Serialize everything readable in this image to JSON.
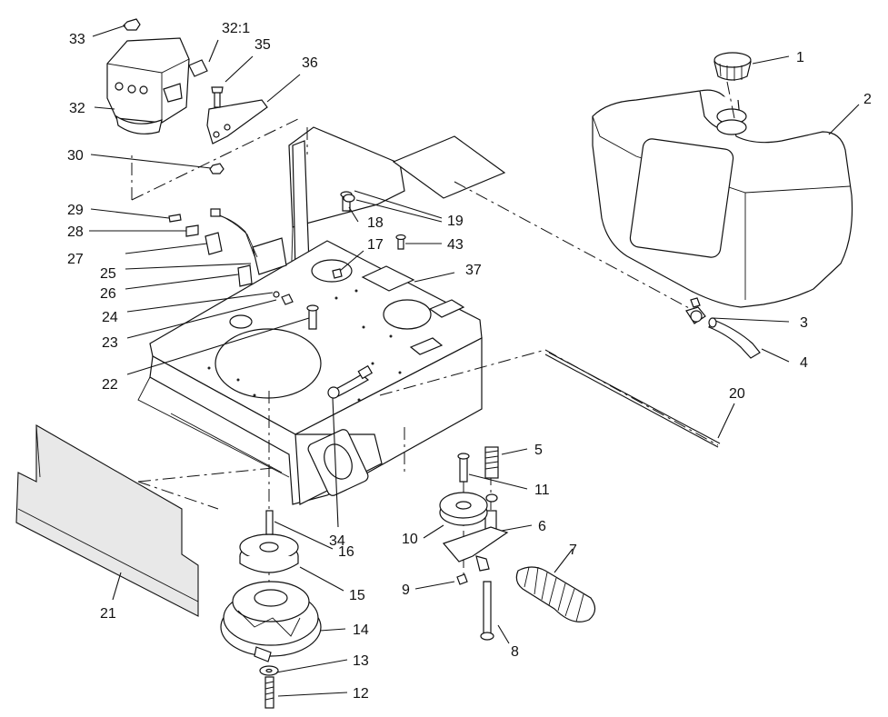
{
  "diagram": {
    "callouts": [
      {
        "id": "1",
        "text": "1"
      },
      {
        "id": "2",
        "text": "2"
      },
      {
        "id": "3",
        "text": "3"
      },
      {
        "id": "4",
        "text": "4"
      },
      {
        "id": "5",
        "text": "5"
      },
      {
        "id": "6",
        "text": "6"
      },
      {
        "id": "7",
        "text": "7"
      },
      {
        "id": "8",
        "text": "8"
      },
      {
        "id": "9",
        "text": "9"
      },
      {
        "id": "10",
        "text": "10"
      },
      {
        "id": "11",
        "text": "11"
      },
      {
        "id": "12",
        "text": "12"
      },
      {
        "id": "13",
        "text": "13"
      },
      {
        "id": "14",
        "text": "14"
      },
      {
        "id": "15",
        "text": "15"
      },
      {
        "id": "16",
        "text": "16"
      },
      {
        "id": "17",
        "text": "17"
      },
      {
        "id": "18",
        "text": "18"
      },
      {
        "id": "19",
        "text": "19"
      },
      {
        "id": "20",
        "text": "20"
      },
      {
        "id": "21",
        "text": "21"
      },
      {
        "id": "22",
        "text": "22"
      },
      {
        "id": "23",
        "text": "23"
      },
      {
        "id": "24",
        "text": "24"
      },
      {
        "id": "25",
        "text": "25"
      },
      {
        "id": "26",
        "text": "26"
      },
      {
        "id": "27",
        "text": "27"
      },
      {
        "id": "28",
        "text": "28"
      },
      {
        "id": "29",
        "text": "29"
      },
      {
        "id": "30",
        "text": "30"
      },
      {
        "id": "32",
        "text": "32"
      },
      {
        "id": "32_1",
        "text": "32:1"
      },
      {
        "id": "33",
        "text": "33"
      },
      {
        "id": "34",
        "text": "34"
      },
      {
        "id": "35",
        "text": "35"
      },
      {
        "id": "36",
        "text": "36"
      },
      {
        "id": "37",
        "text": "37"
      },
      {
        "id": "43",
        "text": "43"
      }
    ]
  }
}
